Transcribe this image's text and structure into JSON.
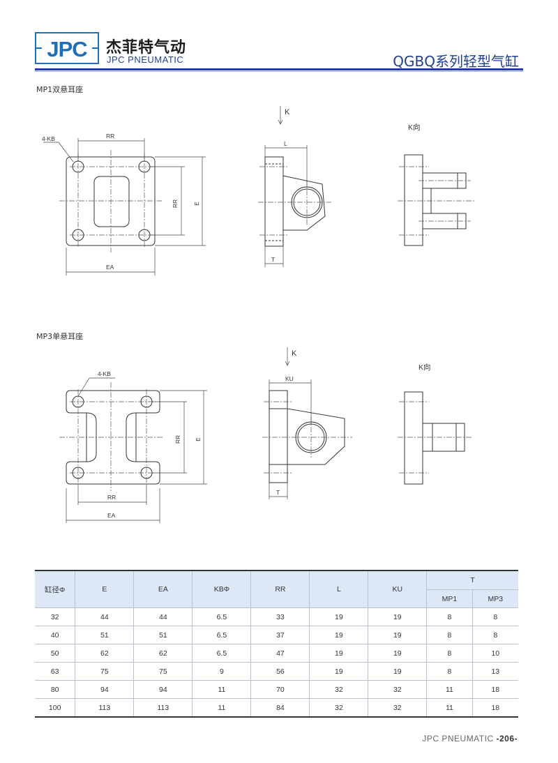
{
  "header": {
    "brand_logo_text": "JPC",
    "brand_cn": "杰菲特气动",
    "brand_en": "JPC PNEUMATIC",
    "series_title": "QGBQ系列轻型气缸",
    "colors": {
      "brand_blue": "#1f3f8f",
      "logo_blue": "#1e6fb8",
      "table_header": "#dde8f6"
    }
  },
  "sections": {
    "mp1": {
      "label": "MP1双悬耳座",
      "front": {
        "label_kb": "4-KB",
        "label_rr_top": "RR",
        "label_rr_side": "RR",
        "label_e": "E",
        "label_ea": "EA"
      },
      "side": {
        "label_k": "K",
        "label_l": "L",
        "label_t": "T"
      },
      "kview": {
        "label": "K向"
      }
    },
    "mp3": {
      "label": "MP3单悬耳座",
      "front": {
        "label_kb": "4-KB",
        "label_rr_side": "RR",
        "label_e": "E",
        "label_rr_bottom": "RR",
        "label_ea": "EA"
      },
      "side": {
        "label_k": "K",
        "label_ku": "KU",
        "label_t": "T"
      },
      "kview": {
        "label": "K向"
      }
    }
  },
  "table": {
    "headers": [
      "缸径Φ",
      "E",
      "EA",
      "KBΦ",
      "RR",
      "L",
      "KU",
      "T"
    ],
    "subheaders": [
      "MP1",
      "MP3"
    ],
    "rows": [
      [
        "32",
        "44",
        "44",
        "6.5",
        "33",
        "19",
        "19",
        "8",
        "8"
      ],
      [
        "40",
        "51",
        "51",
        "6.5",
        "37",
        "19",
        "19",
        "8",
        "8"
      ],
      [
        "50",
        "62",
        "62",
        "6.5",
        "47",
        "19",
        "19",
        "8",
        "10"
      ],
      [
        "63",
        "75",
        "75",
        "9",
        "56",
        "19",
        "19",
        "8",
        "13"
      ],
      [
        "80",
        "94",
        "94",
        "11",
        "70",
        "32",
        "32",
        "11",
        "18"
      ],
      [
        "100",
        "113",
        "113",
        "11",
        "84",
        "32",
        "32",
        "11",
        "18"
      ]
    ]
  },
  "footer": {
    "brand": "JPC PNEUMATIC",
    "page": "-206-"
  }
}
